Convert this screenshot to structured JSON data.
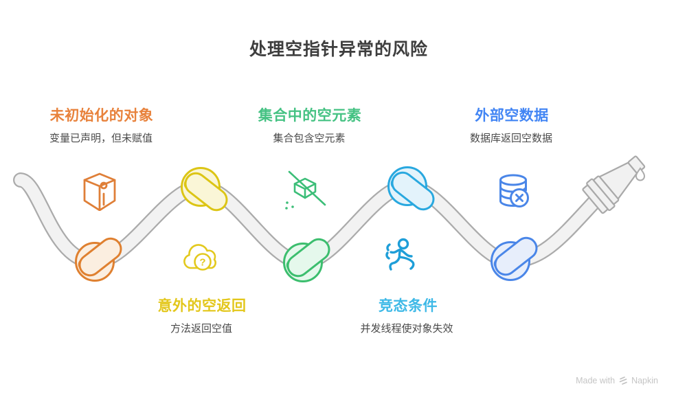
{
  "title": "处理空指针异常的风险",
  "colors": {
    "title_text": "#3E3E3E",
    "subtitle_text": "#4A4A4A",
    "rope_fill": "#F2F2F2",
    "rope_stroke": "#ABABAB"
  },
  "items": [
    {
      "id": "uninitialized-object",
      "title": "未初始化的对象",
      "subtitle": "变量已声明，但未赋值",
      "color": "#E8823C",
      "icon_color": "#DF7F38",
      "knot_color": "#DF8030",
      "knot_fill": "#FBEEE0",
      "icon": "box-3d-icon"
    },
    {
      "id": "unexpected-null-return",
      "title": "意外的空返回",
      "subtitle": "方法返回空值",
      "color": "#E3C71C",
      "icon_color": "#E3C91E",
      "knot_color": "#DCC515",
      "knot_fill": "#FAF6D7",
      "icon": "cloud-question-icon",
      "icon_glyph": "?"
    },
    {
      "id": "null-in-collection",
      "title": "集合中的空元素",
      "subtitle": "集合包含空元素",
      "color": "#45C283",
      "icon_color": "#3CBE78",
      "knot_color": "#3CBE6E",
      "knot_fill": "#E5F8EC",
      "icon": "box-crossed-icon"
    },
    {
      "id": "race-condition",
      "title": "竞态条件",
      "subtitle": "并发线程使对象失效",
      "color": "#3EB9E7",
      "icon_color": "#1E9ED8",
      "knot_color": "#29A8DF",
      "knot_fill": "#E3F3FB",
      "icon": "runner-icon"
    },
    {
      "id": "external-null-data",
      "title": "外部空数据",
      "subtitle": "数据库返回空数据",
      "color": "#4285F4",
      "icon_color": "#4A86E8",
      "knot_color": "#4A86E8",
      "knot_fill": "#E7EEFB",
      "icon": "database-error-icon"
    }
  ],
  "footer": {
    "made_with": "Made with",
    "brand": "Napkin"
  }
}
